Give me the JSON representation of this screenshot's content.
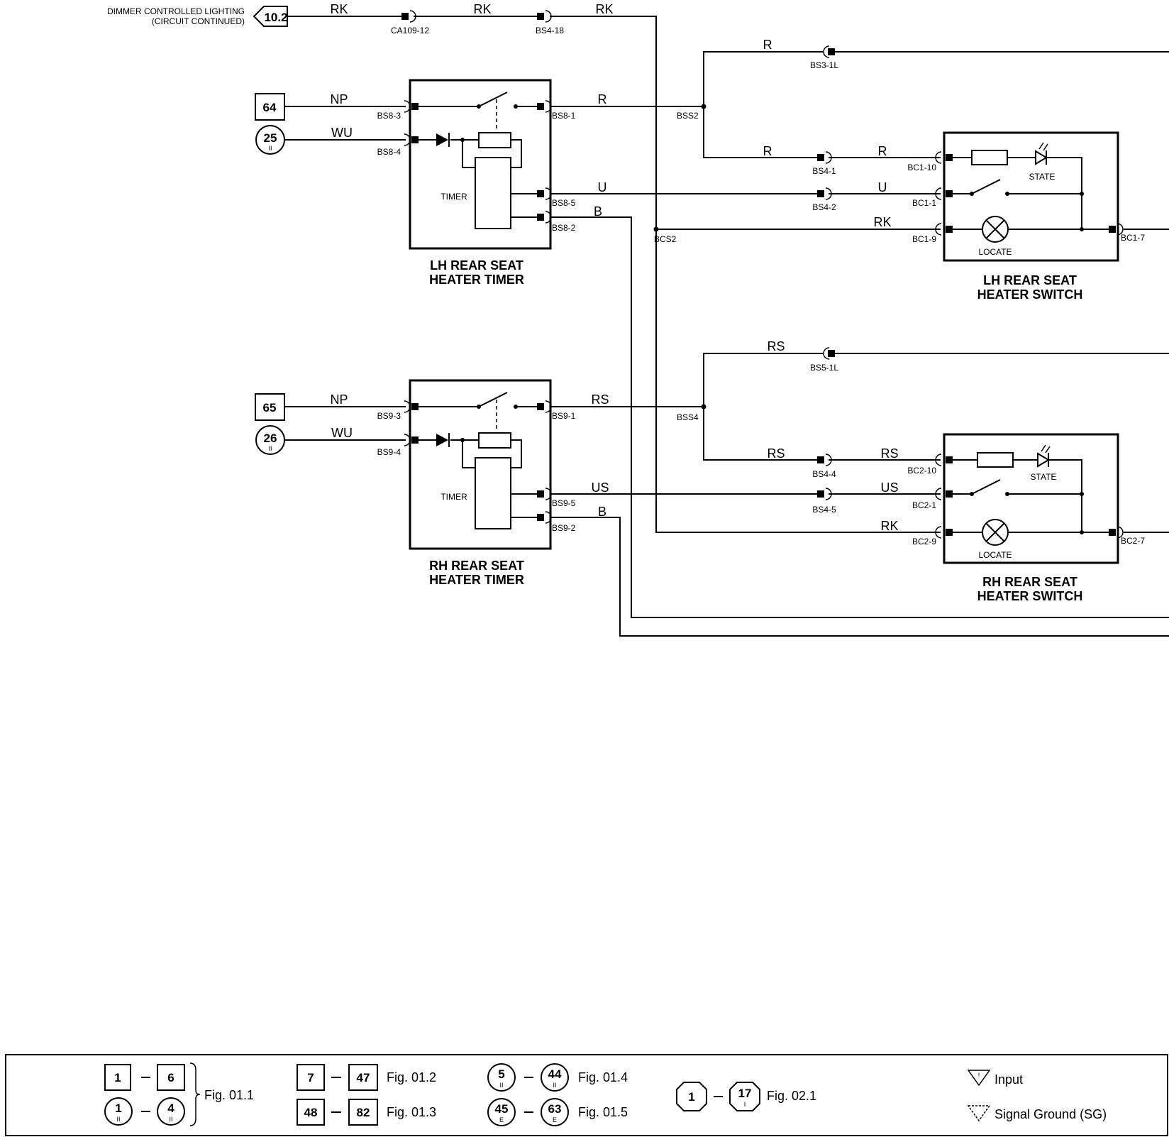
{
  "top_connection": {
    "label_line1": "DIMMER CONTROLLED LIGHTING",
    "label_line2": "(CIRCUIT CONTINUED)",
    "ref": "10.2",
    "wires": [
      "RK",
      "RK",
      "RK"
    ],
    "connectors": [
      "CA109-12",
      "BS4-18"
    ]
  },
  "lh_timer": {
    "title_line1": "LH REAR SEAT",
    "title_line2": "HEATER TIMER",
    "inner_label": "TIMER",
    "input_ref": "64",
    "circle_ref": "25",
    "circle_sub": "II",
    "wire_np": "NP",
    "wire_wu": "WU",
    "pins": [
      "BS8-3",
      "BS8-4",
      "BS8-1",
      "BS8-5",
      "BS8-2"
    ],
    "out_wires": [
      "R",
      "U",
      "B"
    ]
  },
  "rh_timer": {
    "title_line1": "RH REAR SEAT",
    "title_line2": "HEATER TIMER",
    "inner_label": "TIMER",
    "input_ref": "65",
    "circle_ref": "26",
    "circle_sub": "II",
    "wire_np": "NP",
    "wire_wu": "WU",
    "pins": [
      "BS9-3",
      "BS9-4",
      "BS9-1",
      "BS9-5",
      "BS9-2"
    ],
    "out_wires": [
      "RS",
      "US",
      "B"
    ]
  },
  "lh_switch": {
    "title_line1": "LH REAR SEAT",
    "title_line2": "HEATER SWITCH",
    "state": "STATE",
    "locate": "LOCATE",
    "pins": [
      "BC1-10",
      "BC1-1",
      "BC1-9",
      "BC1-7"
    ],
    "wires": [
      "R",
      "R",
      "R",
      "U",
      "RK",
      "R"
    ],
    "connectors": [
      "BS3-1L",
      "BS4-1",
      "BS4-2"
    ],
    "splice": "BSS2",
    "splice_rk": "BCS2"
  },
  "rh_switch": {
    "title_line1": "RH REAR SEAT",
    "title_line2": "HEATER SWITCH",
    "state": "STATE",
    "locate": "LOCATE",
    "pins": [
      "BC2-10",
      "BC2-1",
      "BC2-9",
      "BC2-7"
    ],
    "wires": [
      "RS",
      "RS",
      "RS",
      "US",
      "RK",
      "RS"
    ],
    "connectors": [
      "BS5-1L",
      "BS4-4",
      "BS4-5"
    ],
    "splice": "BSS4"
  },
  "legend": {
    "row1": {
      "a": "1",
      "b": "6",
      "fig": "Fig. 01.1",
      "c": "1",
      "c_sub": "II",
      "d": "4",
      "d_sub": "II"
    },
    "row2": {
      "a": "7",
      "b": "47",
      "fig": "Fig. 01.2"
    },
    "row3": {
      "a": "48",
      "b": "82",
      "fig": "Fig. 01.3"
    },
    "row4": {
      "a": "5",
      "a_sub": "II",
      "b": "44",
      "b_sub": "II",
      "fig": "Fig. 01.4"
    },
    "row5": {
      "a": "45",
      "a_sub": "E",
      "b": "63",
      "b_sub": "E",
      "fig": "Fig. 01.5"
    },
    "row6": {
      "a": "1",
      "b": "17",
      "b_sub": "I",
      "fig": "Fig. 02.1"
    },
    "input_label": "Input",
    "sg_label": "Signal Ground (SG)"
  }
}
